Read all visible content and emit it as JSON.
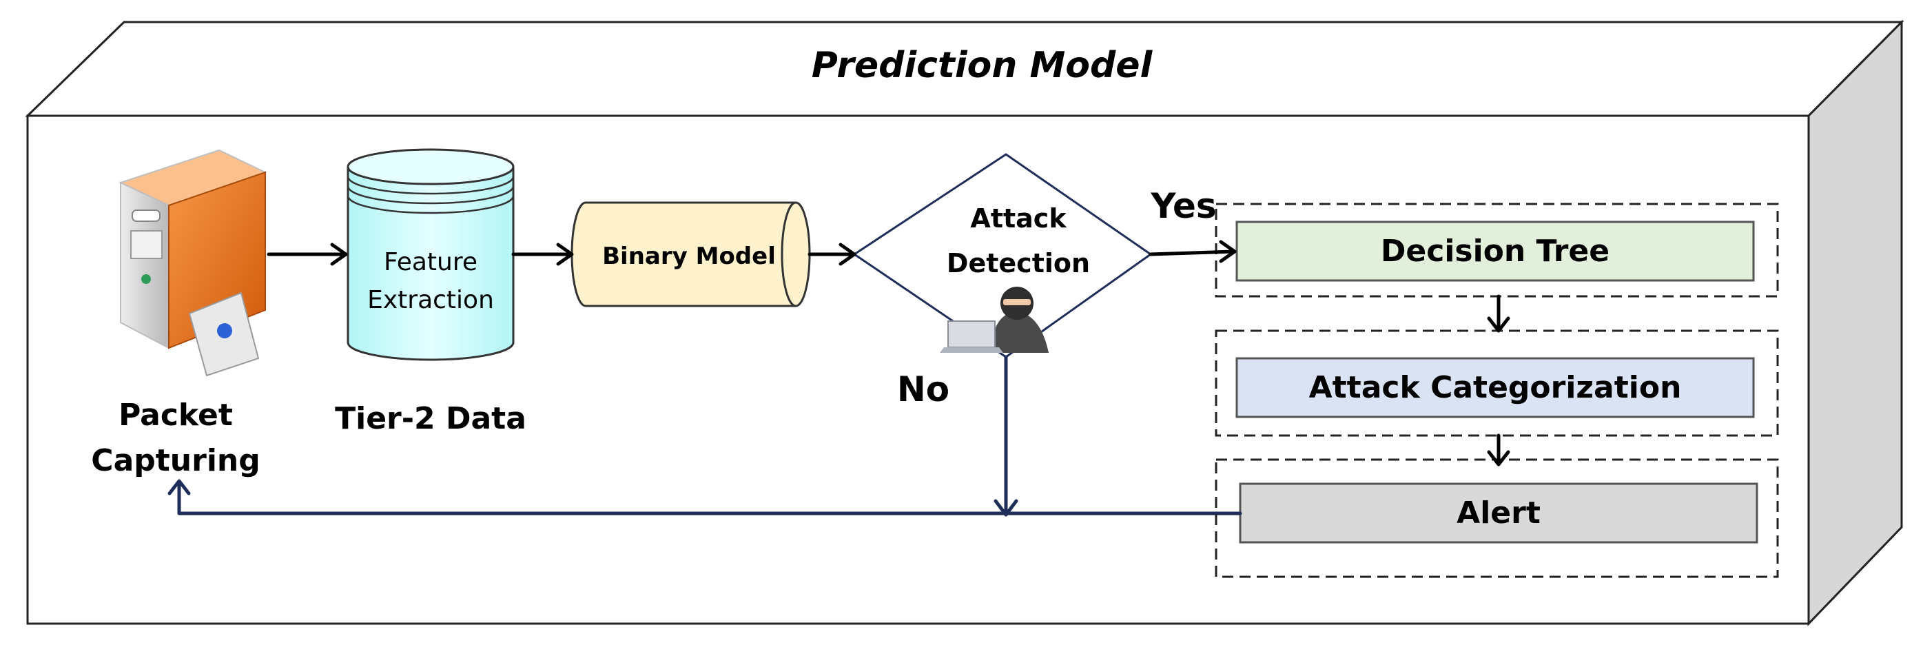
{
  "title": "Prediction Model",
  "nodes": {
    "packet_capturing": {
      "label_line1": "Packet",
      "label_line2": "Capturing",
      "icon": "server-icon"
    },
    "tier2_data": {
      "label": "Tier-2 Data",
      "inner_line1": "Feature",
      "inner_line2": "Extraction",
      "icon": "database-icon"
    },
    "binary_model": {
      "label": "Binary Model"
    },
    "attack_detection": {
      "label_line1": "Attack",
      "label_line2": "Detection",
      "icon": "hacker-icon"
    },
    "decision_tree": {
      "label": "Decision Tree",
      "color": "#e2efda"
    },
    "attack_categorization": {
      "label": "Attack Categorization",
      "color": "#dae3f3"
    },
    "alert": {
      "label": "Alert",
      "color": "#d9d9d9"
    }
  },
  "edges": {
    "yes_label": "Yes",
    "no_label": "No"
  },
  "colors": {
    "database_fill": "#ccffff",
    "binary_model_fill": "#fff2cc",
    "server_orange": "#e46c0a",
    "line_color": "#1f2d5a"
  }
}
